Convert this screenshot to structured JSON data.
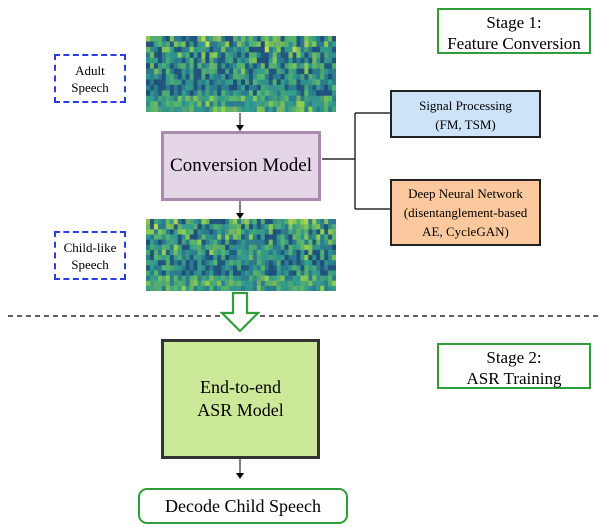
{
  "stage1": {
    "line1": "Stage 1:",
    "line2": "Feature Conversion"
  },
  "stage2": {
    "line1": "Stage 2:",
    "line2": "ASR Training"
  },
  "adult_speech": {
    "line1": "Adult",
    "line2": "Speech"
  },
  "child_speech": {
    "line1": "Child-like",
    "line2": "Speech"
  },
  "conversion_model": "Conversion Model",
  "signal_processing": {
    "line1": "Signal Processing",
    "line2": "(FM, TSM)"
  },
  "dnn": {
    "line1": "Deep Neural Network",
    "line2": "(disentanglement-based",
    "line3": "AE, CycleGAN)"
  },
  "asr_model": {
    "line1": "End-to-end",
    "line2": "ASR Model"
  },
  "decode": "Decode Child Speech",
  "colors": {
    "stage_border": "#2e9e3a",
    "dashed_border": "#2a3ee0",
    "conversion_fill": "#e4d5e7",
    "signal_fill": "#cce3f8",
    "dnn_fill": "#fbc99d",
    "asr_fill": "#cce99a",
    "spectrogram_base": "#2a6f8e"
  }
}
